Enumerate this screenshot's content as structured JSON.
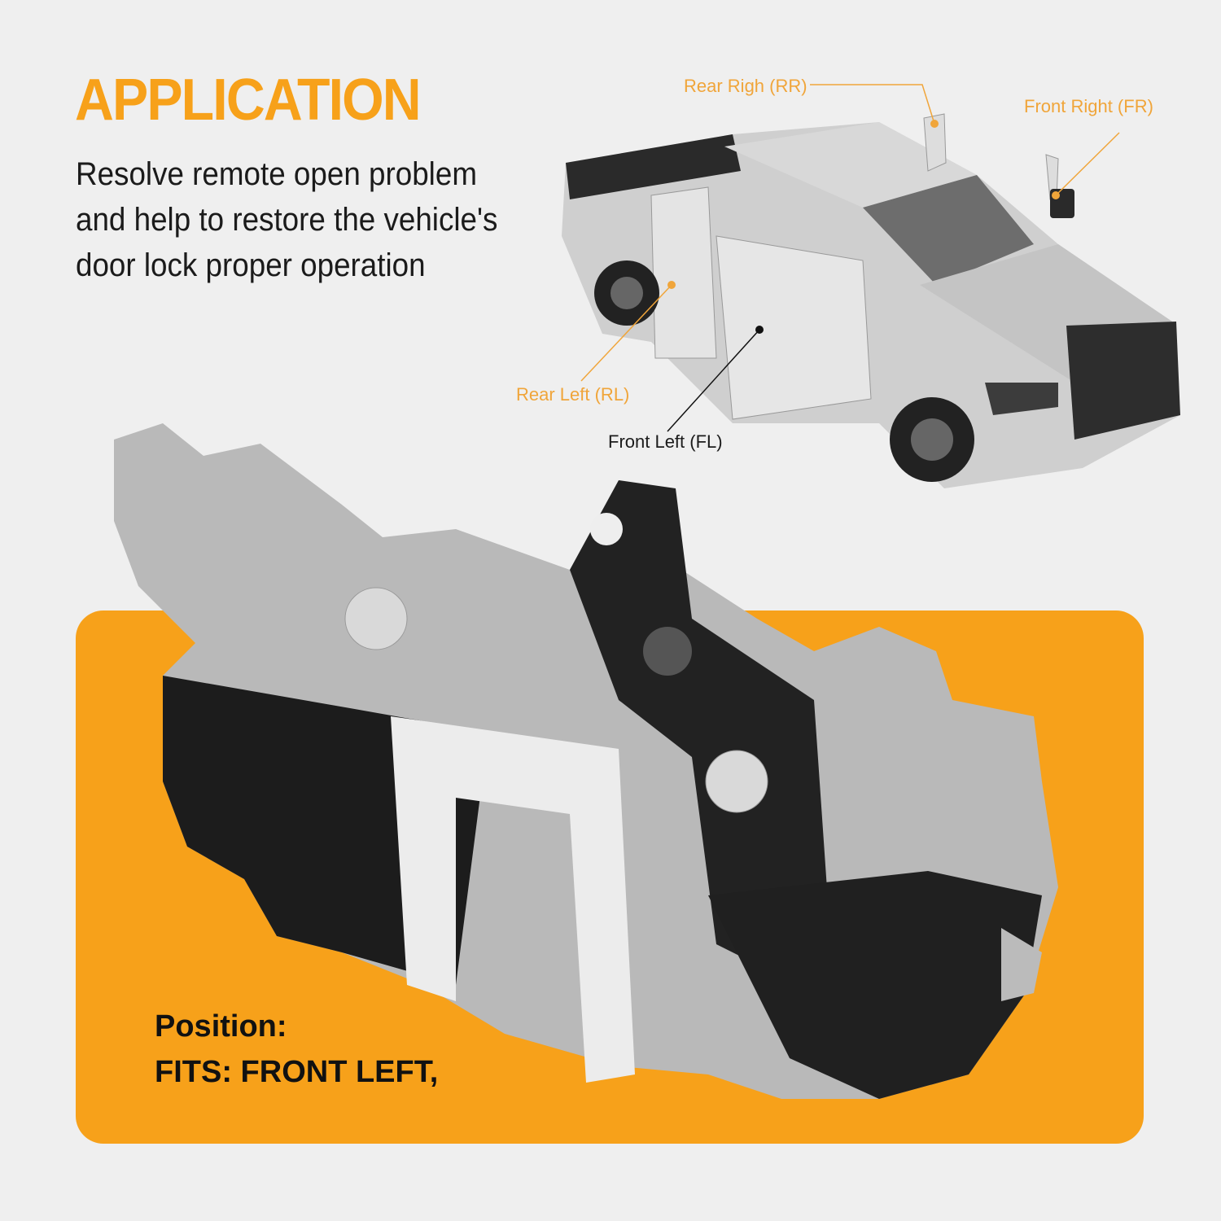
{
  "heading": "APPLICATION",
  "description": "Resolve remote open problem and help to restore the vehicle's door lock proper operation",
  "callouts": {
    "rear_right": "Rear Righ (RR)",
    "front_right": "Front Right (FR)",
    "rear_left": "Rear Left (RL)",
    "front_left": "Front Left (FL)"
  },
  "position": {
    "label": "Position:",
    "fits": "FITS:  FRONT LEFT,"
  },
  "colors": {
    "accent": "#f7a11a",
    "text": "#1b1b1b",
    "background": "#efefef"
  }
}
